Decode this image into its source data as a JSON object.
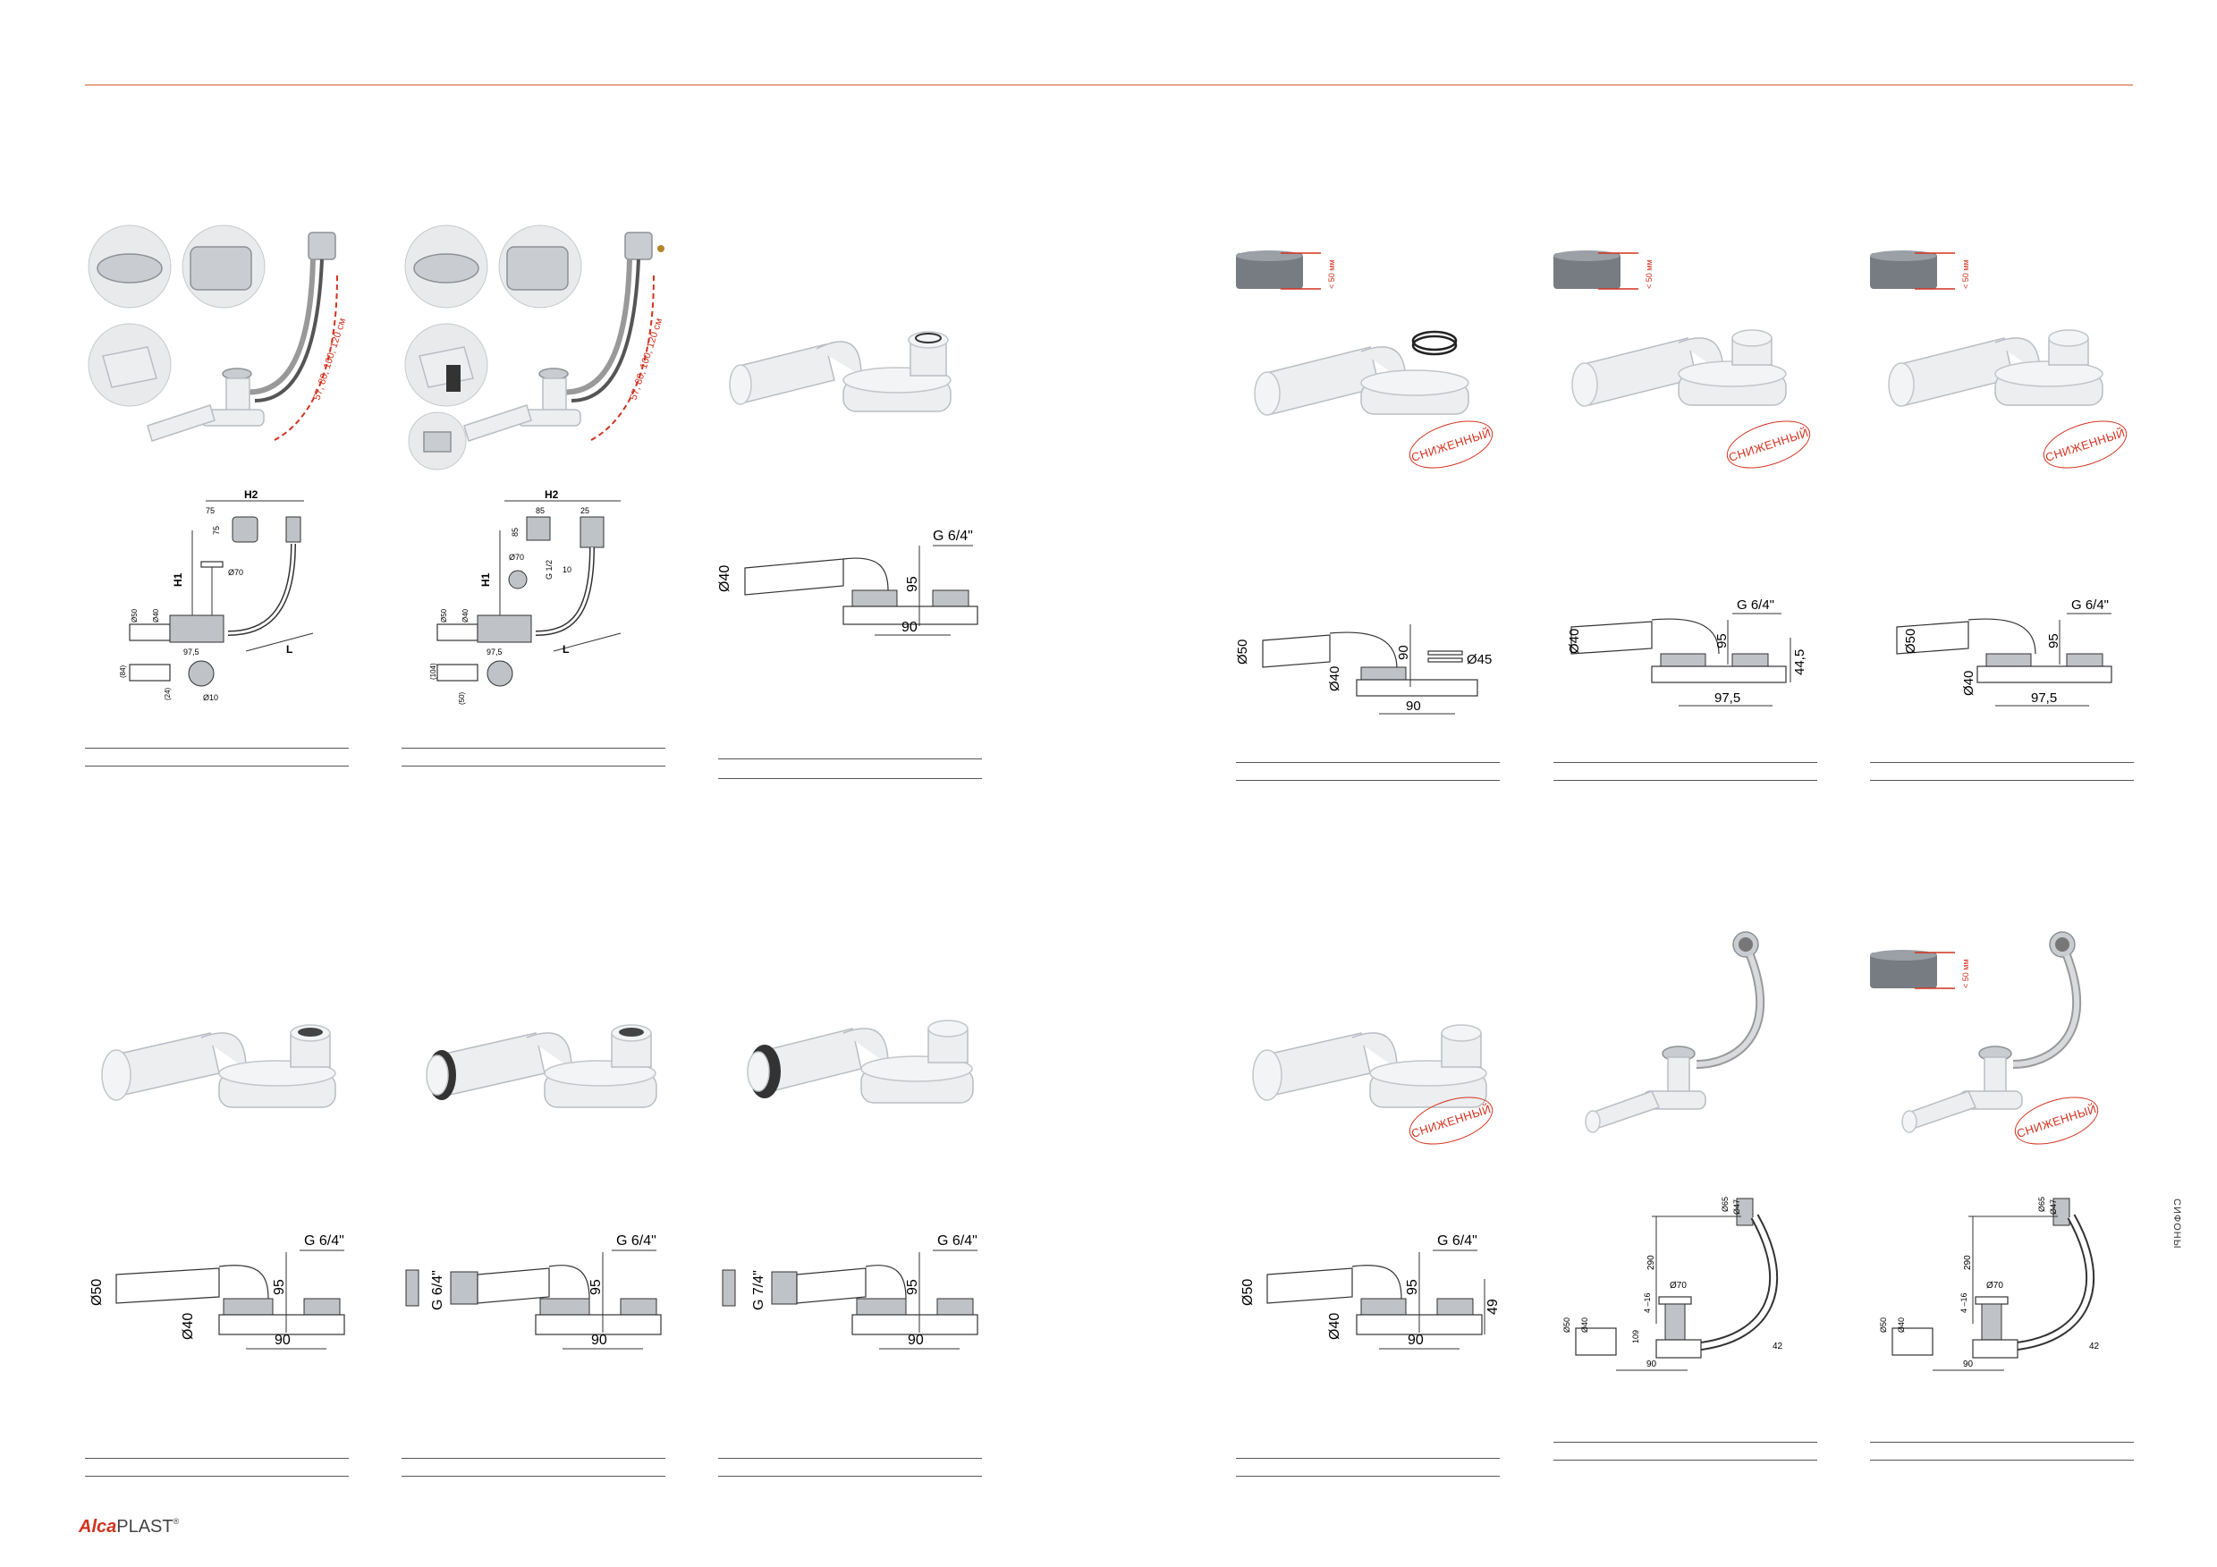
{
  "brand": {
    "name_part1": "Alca",
    "name_part2": "PLAST",
    "mark": "®"
  },
  "side_label": "СИФОНЫ",
  "stamp_text": "СНИЖЕННЫЙ",
  "products": [
    {
      "id": "p1",
      "length_label": "57, 80, 100, 120 см",
      "dims": {
        "h2": "H2",
        "h1": "H1",
        "l": "L",
        "d70": "Ø70",
        "d50": "Ø50",
        "d40": "Ø40",
        "d10": "Ø10",
        "v75a": "75",
        "v75b": "75",
        "v97": "97,5",
        "v84": "(84)",
        "v24": "(24)"
      }
    },
    {
      "id": "p2",
      "length_label": "57, 80, 100, 120 см",
      "dims": {
        "h2": "H2",
        "h1": "H1",
        "l": "L",
        "d70": "Ø70",
        "d50": "Ø50",
        "d40": "Ø40",
        "g12": "G 1/2",
        "v85a": "85",
        "v85b": "85",
        "v25": "25",
        "v10": "10",
        "v97": "97,5",
        "v104": "(104)",
        "v50": "(50)"
      }
    },
    {
      "id": "p3",
      "dims": {
        "g": "G 6/4\"",
        "d": "Ø40",
        "h": "95",
        "w": "90"
      }
    },
    {
      "id": "p4",
      "badge": "< 50 мм",
      "dims": {
        "d1": "Ø50",
        "d2": "Ø40",
        "h": "90",
        "w": "90",
        "d3": "Ø45"
      }
    },
    {
      "id": "p5",
      "badge": "< 50 мм",
      "dims": {
        "g": "G 6/4\"",
        "d": "Ø40",
        "h": "95",
        "h2": "44,5",
        "w": "97,5"
      }
    },
    {
      "id": "p6",
      "badge": "< 50 мм",
      "dims": {
        "g": "G 6/4\"",
        "d1": "Ø50",
        "d2": "Ø40",
        "h": "95",
        "w": "97,5"
      }
    },
    {
      "id": "p7",
      "dims": {
        "g": "G 6/4\"",
        "d1": "Ø50",
        "d2": "Ø40",
        "h": "95",
        "w": "90"
      }
    },
    {
      "id": "p8",
      "dims": {
        "g": "G 6/4\"",
        "g2": "G 6/4\"",
        "h": "95",
        "w": "90"
      }
    },
    {
      "id": "p9",
      "dims": {
        "g": "G 6/4\"",
        "g2": "G 7/4\"",
        "h": "95",
        "w": "90"
      }
    },
    {
      "id": "p10",
      "dims": {
        "g": "G 6/4\"",
        "d1": "Ø50",
        "d2": "Ø40",
        "h": "95",
        "h2": "49",
        "w": "90"
      }
    },
    {
      "id": "p11",
      "dims": {
        "d65": "Ø65",
        "d47": "Ø47",
        "v290": "290",
        "d70": "Ø70",
        "v416": "4 –16",
        "d50": "Ø50",
        "d40": "Ø40",
        "w": "90",
        "v42": "42",
        "v109": "109"
      }
    },
    {
      "id": "p12",
      "badge": "< 50 мм",
      "dims": {
        "d65": "Ø65",
        "d47": "Ø47",
        "v290": "290",
        "d70": "Ø70",
        "v416": "4 –16",
        "d50": "Ø50",
        "d40": "Ø40",
        "w": "90",
        "v42": "42"
      }
    }
  ]
}
